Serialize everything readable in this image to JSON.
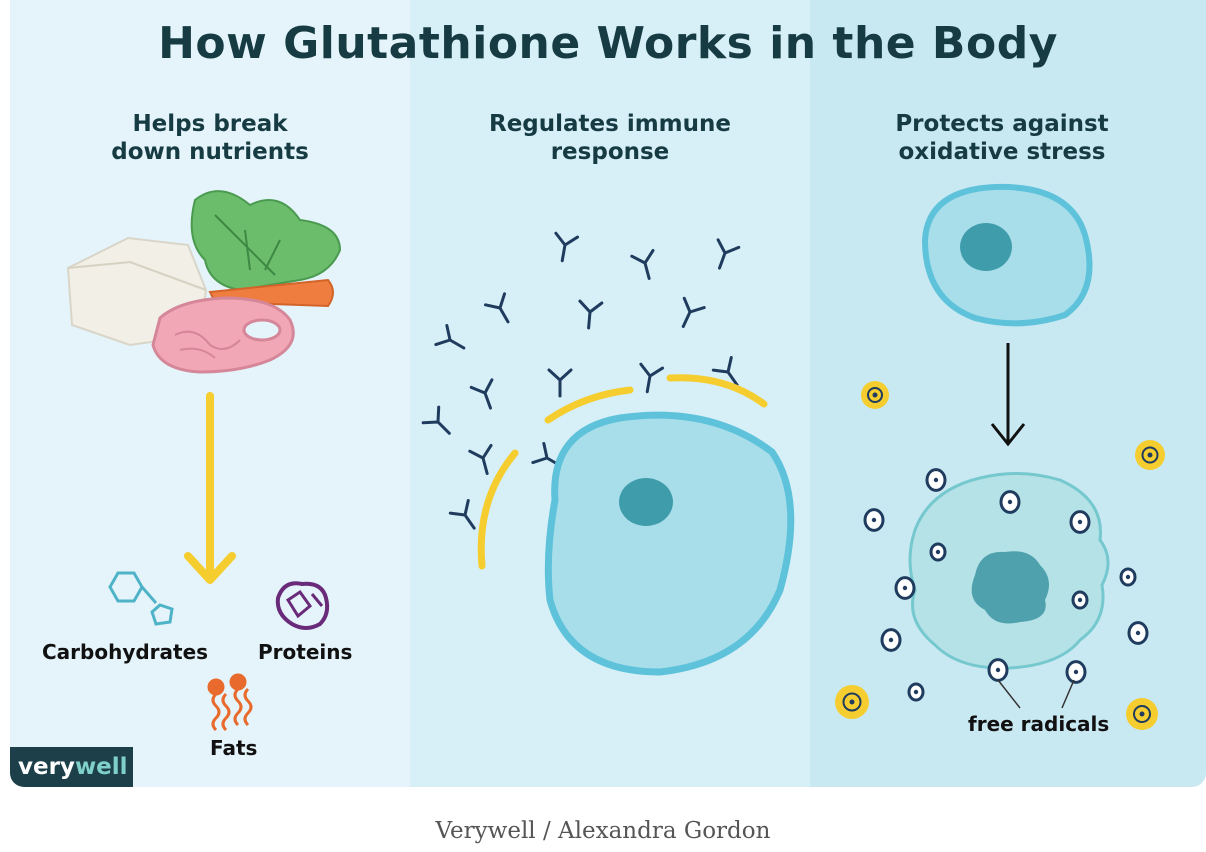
{
  "figure": {
    "title": "How Glutathione Works in the Body",
    "panels": [
      {
        "heading": "Helps break\ndown nutrients"
      },
      {
        "heading": "Regulates immune\nresponse"
      },
      {
        "heading": "Protects against\noxidative stress"
      }
    ],
    "nutrients": {
      "carbohydrates": "Carbohydrates",
      "proteins": "Proteins",
      "fats": "Fats"
    },
    "free_radicals_label": "free radicals",
    "logo": {
      "prefix": "very",
      "suffix": "well"
    },
    "colors": {
      "yellow": "#f5cd2e",
      "cell_fill": "#a8deea",
      "cell_outline": "#5ec2db",
      "nucleus": "#3f9cab",
      "antibody": "#1f3c5f",
      "title": "#163b43"
    }
  },
  "caption": "Verywell / Alexandra Gordon"
}
